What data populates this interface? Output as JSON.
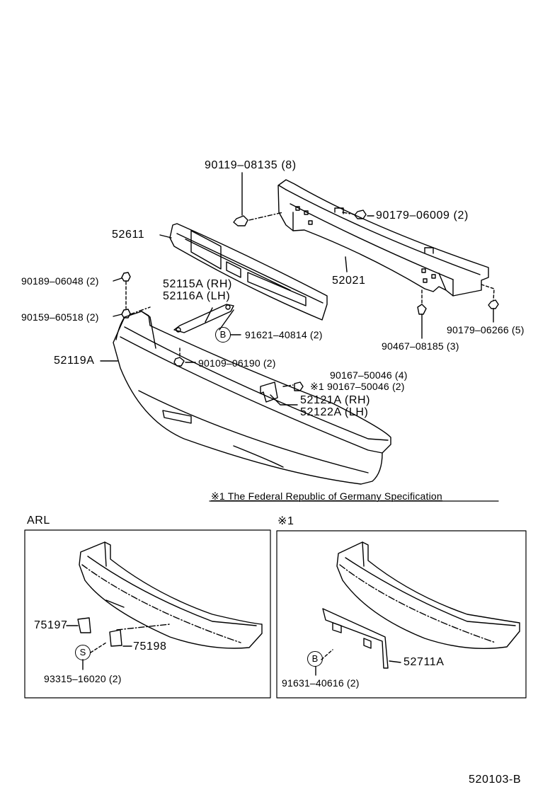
{
  "figure_id": "520103-B",
  "note": "※1  The Federal Republic of Germany Specification",
  "parts": {
    "p90119": "90119–08135 (8)",
    "p90179a": "90179–06009 (2)",
    "p52611": "52611",
    "p52021": "52021",
    "p90189": "90189–06048 (2)",
    "p52115": "52115A (RH)",
    "p52116": "52116A (LH)",
    "p90159": "90159–60518 (2)",
    "p91621": "91621–40814 (2)",
    "p90179b": "90179–06266 (5)",
    "p90467": "90467–08185 (3)",
    "p52119": "52119A",
    "p90109": "90109–06190 (2)",
    "p90167a": "90167–50046 (4)",
    "p90167b": "※1 90167–50046 (2)",
    "p52121": "52121A (RH)",
    "p52122": "52122A (LH)"
  },
  "callouts": {
    "b_top": "B",
    "s_arl": "S",
    "b_ger": "B"
  },
  "arl": {
    "title": "ARL",
    "p75197": "75197",
    "p75198": "75198",
    "p93315": "93315–16020 (2)"
  },
  "germany": {
    "title": "※1",
    "p52711": "52711A",
    "p91631": "91631–40616 (2)"
  }
}
